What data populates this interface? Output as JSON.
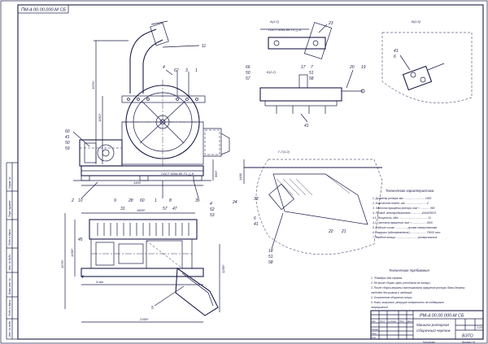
{
  "stamp_code": "ПМ-4.00.00.000-М СБ",
  "doc_code_top": "ПМ-4.00.00.000-М СБ",
  "title_block": {
    "designation": "РМ-4.00.00.000-М СБ",
    "name_line1": "Машина роторная",
    "name_line2": "Сборочный чертеж",
    "org": "ВЭТО",
    "scale": "1:10",
    "sheet": "1"
  },
  "view_labels": {
    "view_a": "А(1:2)",
    "view_b": "Б(1:2)",
    "view_c": "В(1:5)",
    "section_gg": "Г-Г(1:2)",
    "gost1": "ГОСТ 5264-80-Т1-△-5",
    "gost2": "ГОСТ 5264-80-Т1-△-5"
  },
  "tech_chars": {
    "heading": "Техническая характеристика",
    "lines": [
      "1. Диаметр ротора, мм ............................ 1000",
      "2. Количество ножей, шт ........................... 4",
      "3. Частота вращения ротора, мин⁻¹ ............ 960",
      "4. Привод: электродвигатель ............. 4А160S6У3",
      "4.1. Мощность, кВт ...................................... 11",
      "4.2. Частота вращения, мин⁻¹ .................. 1500",
      "5. Рабочие сошки ................ ручная самоустановка",
      "6. Нагрузки (одновременные) ..................... 70000 тыс",
      "7. Вводное кольцо ............................ универсальные"
    ]
  },
  "tech_reqs": {
    "heading": "Технические требования",
    "lines": [
      "1. *Размеры для справок.",
      "2. Не выше сборки щели устойчива на пальцы.",
      "3. После сборки машины смонтировать вращение ротора. Валы должны",
      "   свободно без рывков и заеданий.",
      "4. Отклонение оборотов опоры.",
      "5. Ножи, кожухные, режущие поверхности не подвергать",
      "   непрерывной."
    ]
  },
  "callouts": {
    "c11": "11",
    "c4": "4",
    "c62": "62",
    "c3": "3",
    "c1": "1",
    "c60": "60",
    "c41": "41",
    "c50": "50",
    "c59": "59",
    "c28": "28",
    "c8": "8",
    "c35": "35",
    "c52": "52",
    "c53": "53",
    "c23": "23",
    "c66": "66",
    "c50b": "50",
    "c57": "57",
    "c17": "17",
    "c7": "7",
    "c51": "51",
    "c58": "58",
    "c20": "20",
    "c19": "19",
    "c41b": "41",
    "c41c": "41",
    "c6": "6",
    "c24": "24",
    "c33": "33",
    "c22": "22",
    "c21": "21",
    "c18": "18",
    "c51b": "51",
    "c58b": "58",
    "c2": "2",
    "c10": "10",
    "c9": "9",
    "c31": "31",
    "c57b": "57",
    "c47": "47",
    "c45": "45",
    "c5": "5",
    "c4b": "4",
    "c41d": "41"
  },
  "dims": {
    "d1400": "1400",
    "d1800": "1800*",
    "d1260": "1260*",
    "d1970": "1970*",
    "d1150": "1150*",
    "d2350": "2350*",
    "d1670": "1670*",
    "d950": "950*",
    "d1250": "1250*",
    "d1460": "1460",
    "d4mm": "4 мм"
  },
  "left_margin_labels": [
    "Справ. №",
    "Перв. примен.",
    "Подп. и дата",
    "Инв. № дубл.",
    "Взам. инв. №",
    "Подп. и дата",
    "Инв. № подл."
  ],
  "bottom_labels": [
    "Изм.",
    "Лист",
    "№ докум.",
    "Подп.",
    "Дата",
    "Разраб.",
    "Пров.",
    "Т.контр.",
    "Н.контр.",
    "Утв."
  ],
  "format_label": "Формат A1",
  "copy_label": "Копировал"
}
